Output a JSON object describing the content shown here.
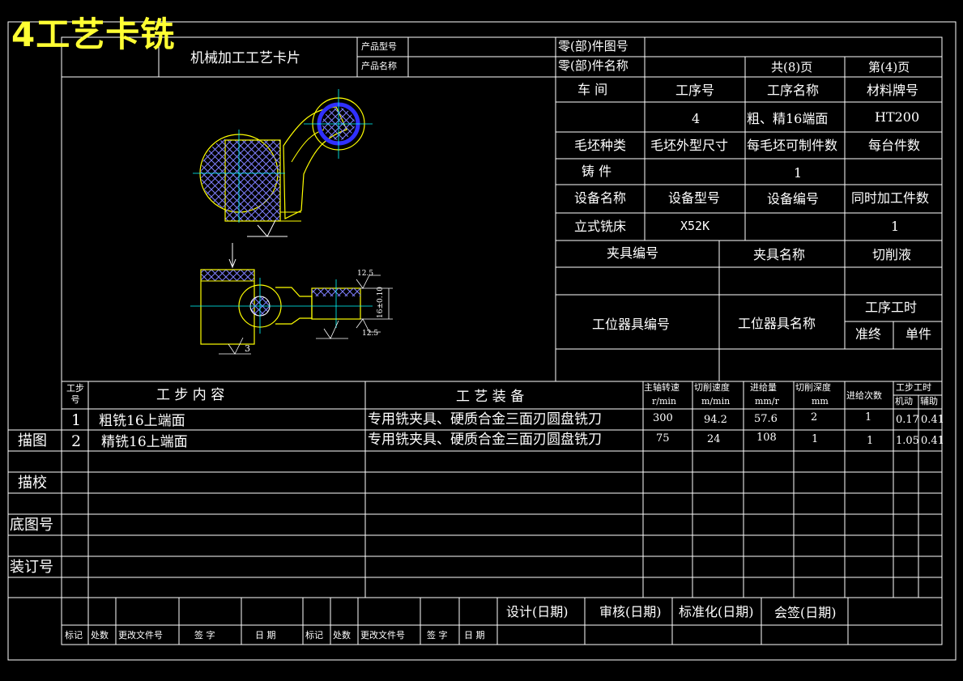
{
  "overlay_title": "4工艺卡铣",
  "header": {
    "card_title": "机械加工工艺卡片",
    "product_model_label": "产品型号",
    "product_name_label": "产品名称",
    "part_drawing_no_label": "零(部)件图号",
    "part_name_label": "零(部)件名称",
    "total_pages": "共(8)页",
    "page_no": "第(4)页"
  },
  "process_info": {
    "workshop_label": "车  间",
    "op_no_label": "工序号",
    "op_name_label": "工序名称",
    "material_label": "材料牌号",
    "op_no": "4",
    "op_name": "粗、精16端面",
    "material": "HT200",
    "blank_type_label": "毛坯种类",
    "blank_size_label": "毛坯外型尺寸",
    "per_blank_label": "每毛坯可制件数",
    "per_unit_label": "每台件数",
    "blank_type": "铸  件",
    "per_blank": "1",
    "equipment_name_label": "设备名称",
    "equipment_model_label": "设备型号",
    "equipment_no_label": "设备编号",
    "simultaneous_label": "同时加工件数",
    "equipment_name": "立式铣床",
    "equipment_model": "X52K",
    "simultaneous": "1",
    "fixture_no_label": "夹具编号",
    "fixture_name_label": "夹具名称",
    "coolant_label": "切削液",
    "station_tool_no_label": "工位器具编号",
    "station_tool_name_label": "工位器具名称",
    "op_time_label": "工序工时",
    "prep_label": "准终",
    "unit_label": "单件"
  },
  "drawing": {
    "dim_ra_top": "12.5",
    "dim_ra_bottom": "12.5",
    "dim_size": "16±0.10",
    "dim_three": "3"
  },
  "steps_table": {
    "col_step_no": "工步号",
    "col_content": "工  步  内  容",
    "col_equipment": "工  艺  装  备",
    "col_spindle": "主轴转速",
    "col_spindle_unit": "r/min",
    "col_speed": "切削速度",
    "col_speed_unit": "m/min",
    "col_feed": "进给量",
    "col_feed_unit": "mm/r",
    "col_depth": "切削深度",
    "col_depth_unit": "mm",
    "col_passes": "进给次数",
    "col_time": "工步工时",
    "col_machine": "机动",
    "col_aux": "辅助",
    "rows": [
      {
        "no": "1",
        "content": "粗铣16上端面",
        "equipment": "专用铣夹具、硬质合金三面刃圆盘铣刀",
        "spindle": "300",
        "speed": "94.2",
        "feed": "57.6",
        "depth": "2",
        "passes": "1",
        "machine": "0.17",
        "aux": "0.41"
      },
      {
        "no": "2",
        "content": "精铣16上端面",
        "equipment": "专用铣夹具、硬质合金三面刃圆盘铣刀",
        "spindle": "75",
        "speed": "24",
        "feed": "108",
        "depth": "1",
        "passes": "1",
        "machine": "1.05",
        "aux": "0.41"
      }
    ]
  },
  "side_labels": {
    "trace": "描图",
    "trace_check": "描校",
    "base_no": "底图号",
    "binding_no": "装订号"
  },
  "footer": {
    "design": "设计(日期)",
    "review": "审核(日期)",
    "standard": "标准化(日期)",
    "countersign": "会签(日期)",
    "mark": "标记",
    "count": "处数",
    "change_doc": "更改文件号",
    "sign": "签  字",
    "date": "日  期",
    "mark2": "标记",
    "count2": "处数",
    "change_doc2": "更改文件号",
    "sign2": "签 字",
    "date2": "日 期"
  },
  "colors": {
    "background": "#000000",
    "lines": "#ffffff",
    "overlay_title": "#ffff33",
    "part_outline": "#ffff00",
    "center_lines": "#00ffff",
    "hatch": "#8080ff",
    "bore_ring": "#3030ff"
  }
}
